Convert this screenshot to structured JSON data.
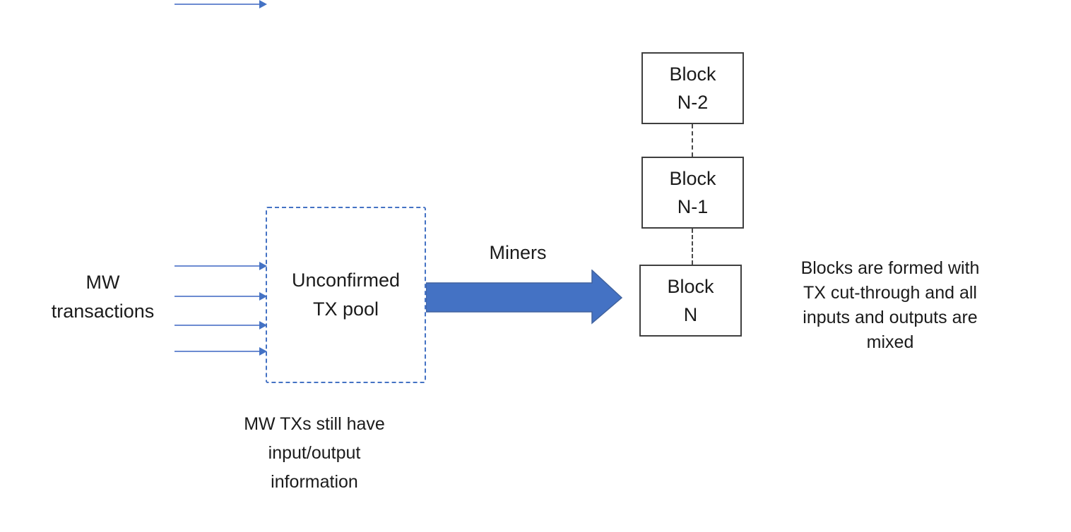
{
  "diagram": {
    "left_label": {
      "text": "MW\ntransactions"
    },
    "input_arrows": {
      "count": 5
    },
    "pool_box": {
      "label": "Unconfirmed\nTX pool"
    },
    "pool_note": {
      "text": "MW TXs still have\ninput/output\ninformation"
    },
    "miners_label": {
      "text": "Miners"
    },
    "blocks": [
      {
        "label": "Block\nN-2"
      },
      {
        "label": "Block\nN-1"
      },
      {
        "label": "Block\nN"
      }
    ],
    "annotation": {
      "text": "Blocks are formed with\nTX cut-through and all\ninputs and outputs are\nmixed"
    }
  },
  "colors": {
    "accent_blue": "#4472C4",
    "thin_arrow_blue": "#6c8bd1",
    "block_border": "#3f3f3f",
    "connector_gray": "#4a4a4a",
    "text": "#1b1b1b",
    "background": "#ffffff"
  }
}
